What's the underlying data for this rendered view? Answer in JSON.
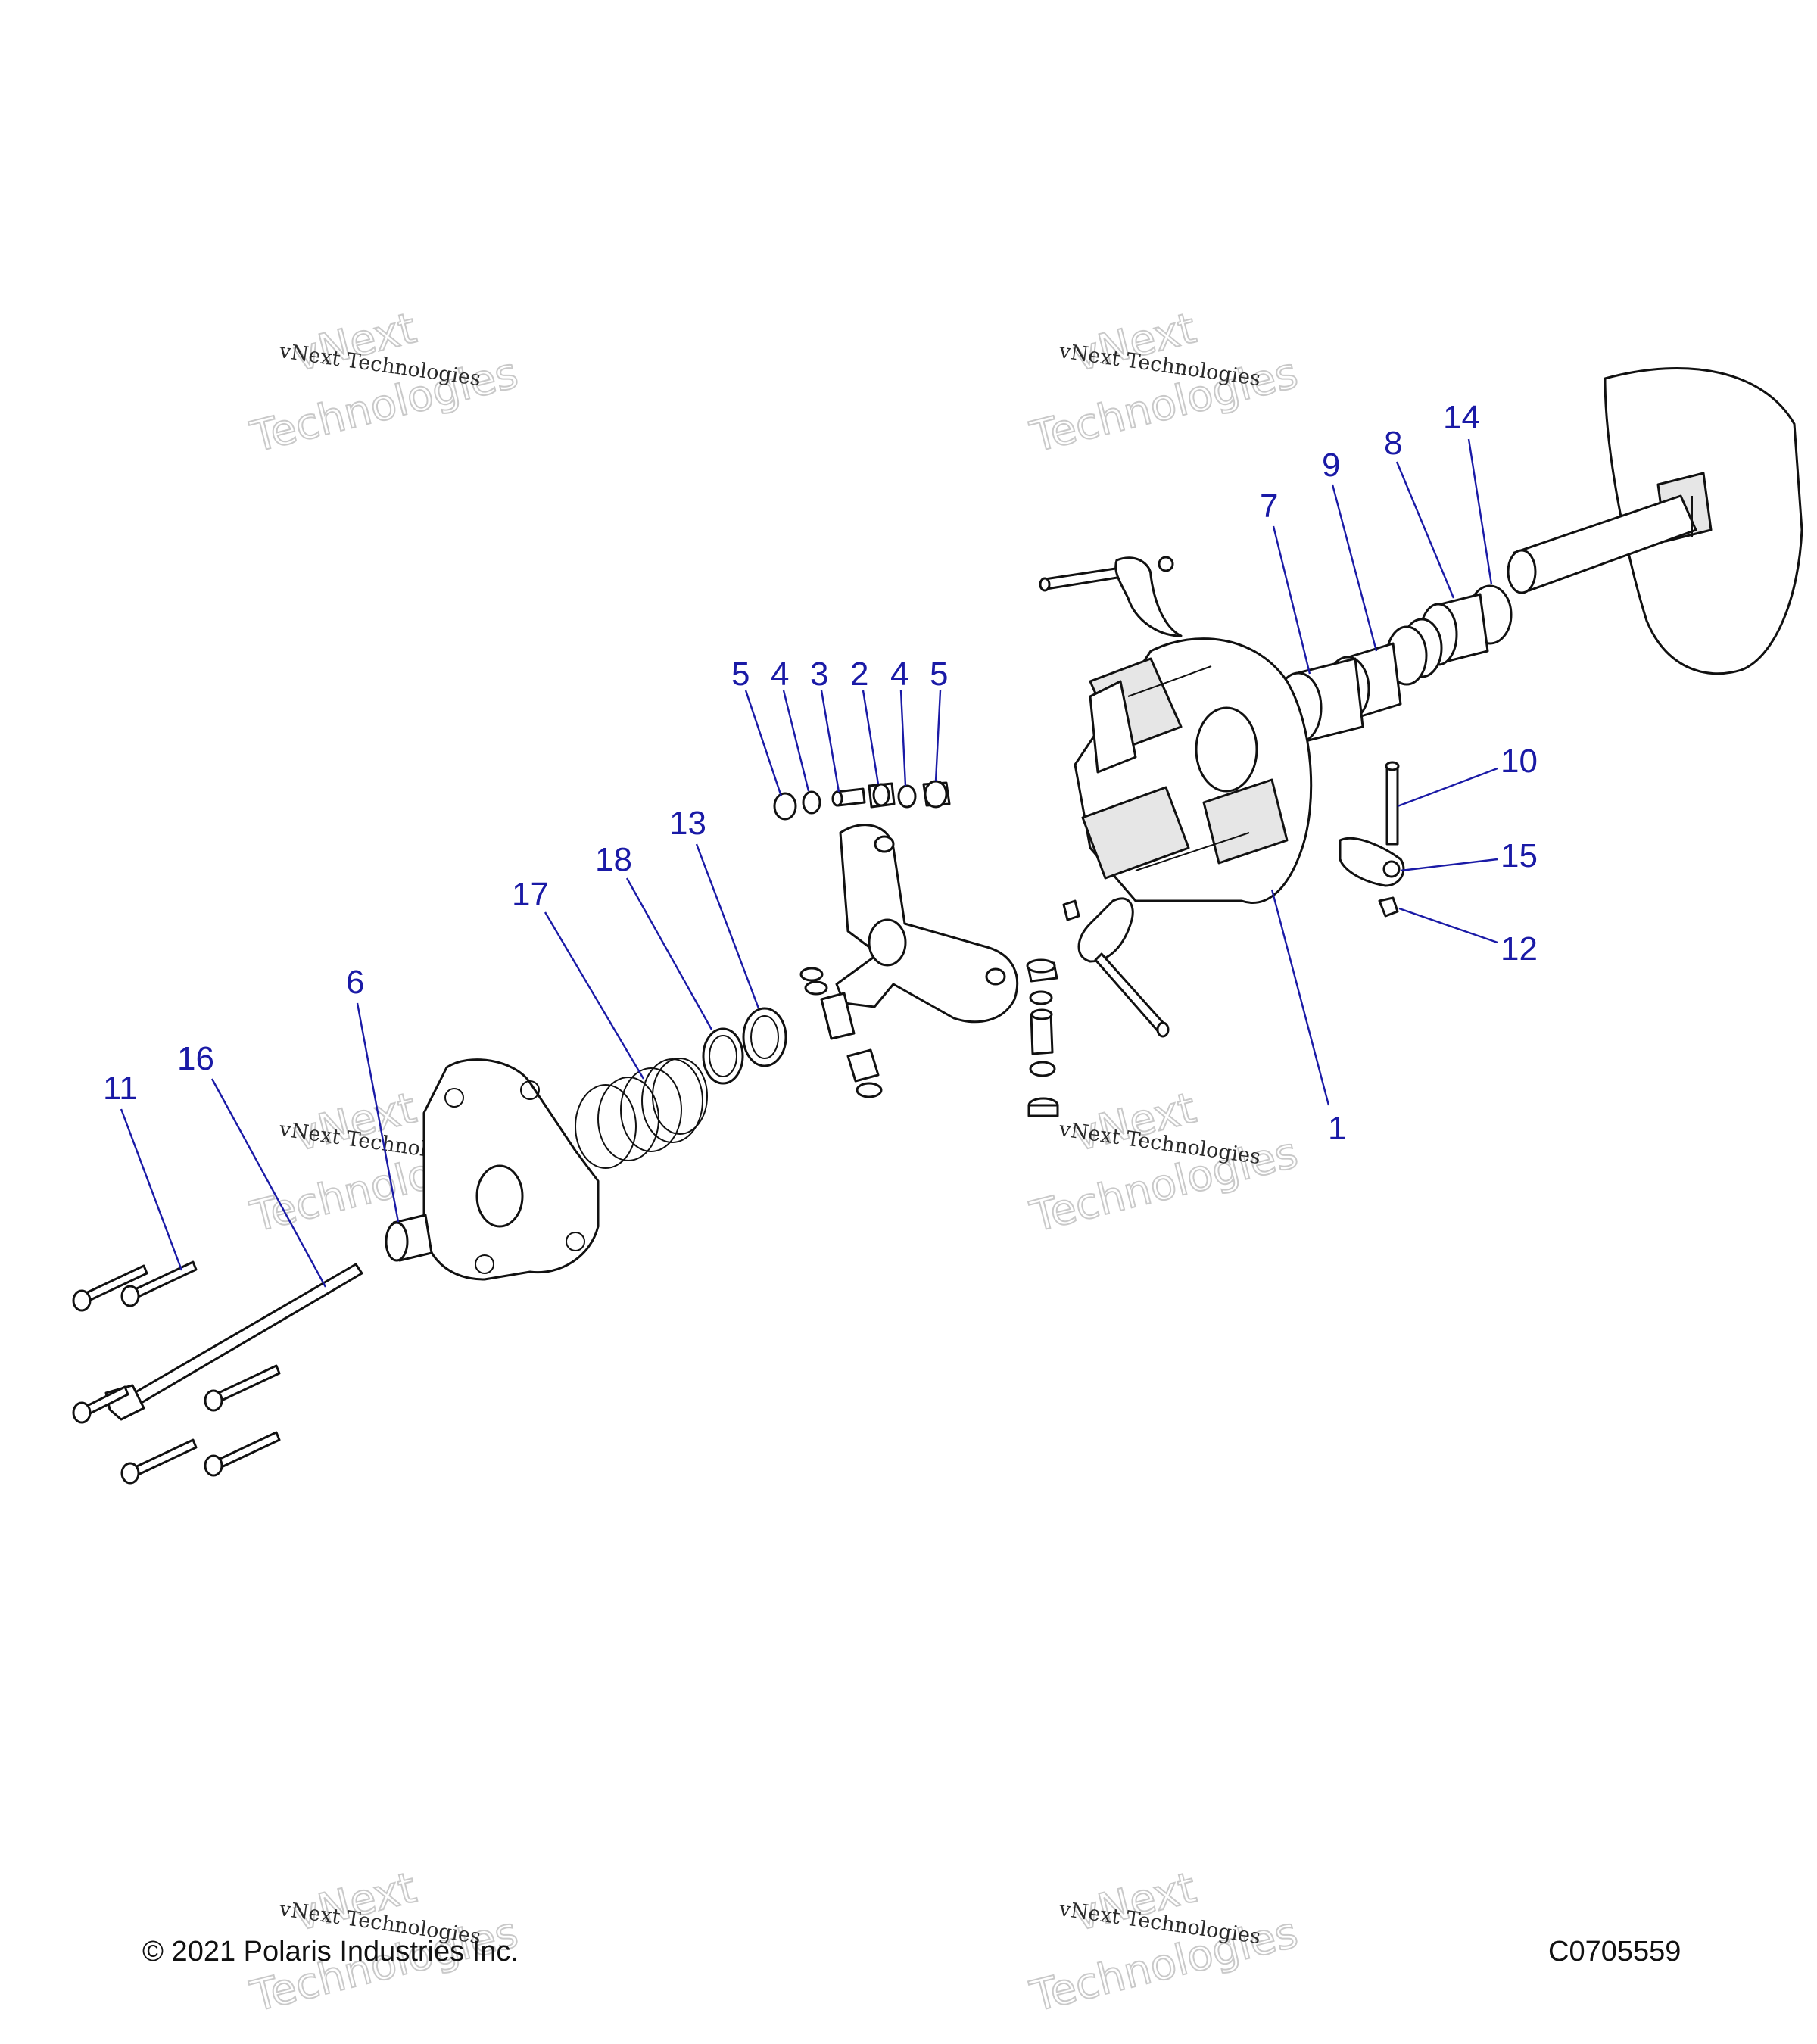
{
  "diagram": {
    "copyright": "© 2021 Polaris Industries Inc.",
    "drawing_number": "C0705559",
    "watermark_line1": "vNext",
    "watermark_line2": "Technologies",
    "watermark_small": "vNext Technologies",
    "callout_color": "#1a1aa6",
    "callouts": [
      {
        "label": "5",
        "part": "cap-left"
      },
      {
        "label": "4",
        "part": "washer-left"
      },
      {
        "label": "3",
        "part": "pin"
      },
      {
        "label": "2",
        "part": "roller"
      },
      {
        "label": "4",
        "part": "washer-right"
      },
      {
        "label": "5",
        "part": "cap-right"
      },
      {
        "label": "13",
        "part": "retainer-ring"
      },
      {
        "label": "18",
        "part": "flat-washer"
      },
      {
        "label": "17",
        "part": "spring"
      },
      {
        "label": "6",
        "part": "bushing"
      },
      {
        "label": "16",
        "part": "long-bolt"
      },
      {
        "label": "11",
        "part": "cover-bolts"
      },
      {
        "label": "7",
        "part": "bushing-large"
      },
      {
        "label": "9",
        "part": "bushing-sleeve"
      },
      {
        "label": "8",
        "part": "bushing-outer"
      },
      {
        "label": "14",
        "part": "o-ring"
      },
      {
        "label": "10",
        "part": "weight-pin"
      },
      {
        "label": "15",
        "part": "shift-weight"
      },
      {
        "label": "12",
        "part": "nut"
      },
      {
        "label": "1",
        "part": "moveable-sheave"
      }
    ]
  }
}
